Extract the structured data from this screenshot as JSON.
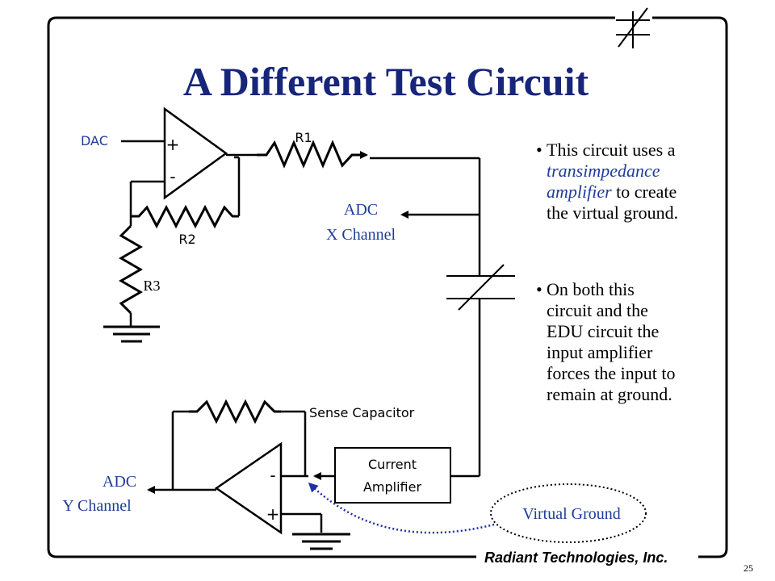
{
  "slide": {
    "title": "A Different Test Circuit",
    "company": "Radiant Technologies, Inc.",
    "page_number": "25"
  },
  "labels": {
    "dac": "DAC",
    "r1": "R1",
    "r2": "R2",
    "r3": "R3",
    "adc_x_line1": "ADC",
    "adc_x_line2": "X Channel",
    "adc_y_line1": "ADC",
    "adc_y_line2": "Y Channel",
    "sense_capacitor": "Sense Capacitor",
    "current_amp_line1": "Current",
    "current_amp_line2": "Amplifier",
    "virtual_ground": "Virtual Ground",
    "opamp1_plus": "+",
    "opamp1_minus": "-",
    "opamp2_minus": "-",
    "opamp2_plus": "+"
  },
  "bullets": [
    {
      "marker": "•",
      "lines": [
        [
          {
            "text": "This circuit uses a",
            "italic": false,
            "blue": false
          }
        ],
        [
          {
            "text": "transimpedance",
            "italic": true,
            "blue": true
          }
        ],
        [
          {
            "text": "amplifier",
            "italic": true,
            "blue": true
          },
          {
            "text": " to create",
            "italic": false,
            "blue": false
          }
        ],
        [
          {
            "text": "the virtual ground.",
            "italic": false,
            "blue": false
          }
        ]
      ]
    },
    {
      "marker": "•",
      "lines": [
        [
          {
            "text": "On both this",
            "italic": false,
            "blue": false
          }
        ],
        [
          {
            "text": "circuit and the",
            "italic": false,
            "blue": false
          }
        ],
        [
          {
            "text": "EDU circuit the",
            "italic": false,
            "blue": false
          }
        ],
        [
          {
            "text": "input amplifier",
            "italic": false,
            "blue": false
          }
        ],
        [
          {
            "text": "forces the input to",
            "italic": false,
            "blue": false
          }
        ],
        [
          {
            "text": "remain at ground.",
            "italic": false,
            "blue": false
          }
        ]
      ]
    }
  ],
  "colors": {
    "title": "#17257a",
    "label_blue": "#1f3c9a",
    "dotted_arrow": "#1f2fa8"
  }
}
